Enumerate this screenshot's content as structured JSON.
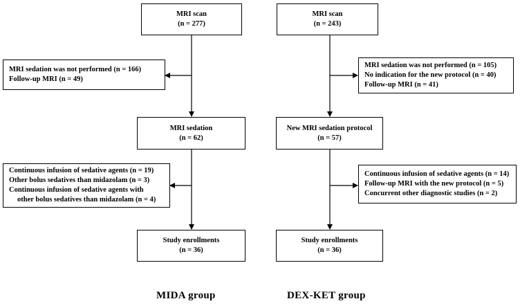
{
  "mida": {
    "scan": {
      "title": "MRI scan",
      "n": "(n = 277)"
    },
    "exclusion1": [
      "MRI sedation was not performed (n = 166)",
      "Follow-up MRI (n = 49)"
    ],
    "sedation": {
      "title": "MRI sedation",
      "n": "(n = 62)"
    },
    "exclusion2": [
      "Continuous infusion of sedative agents (n = 19)",
      "Other bolus sedatives than midazolam (n = 3)",
      "Continuous infusion of sedative agents with",
      "other bolus sedatives than midazolam (n = 4)"
    ],
    "enroll": {
      "title": "Study enrollments",
      "n": "(n = 36)"
    },
    "label": "MIDA group"
  },
  "dexket": {
    "scan": {
      "title": "MRI scan",
      "n": "(n = 243)"
    },
    "exclusion1": [
      "MRI sedation was not performed (n = 105)",
      "No indication for the new protocol (n = 40)",
      "Follow-up MRI (n = 41)"
    ],
    "sedation": {
      "title": "New MRI sedation protocol",
      "n": "(n = 57)"
    },
    "exclusion2": [
      "Continuous infusion of sedative agents (n = 14)",
      "Follow-up MRI with the new protocol (n = 5)",
      "Concurrent other diagnostic studies (n = 2)"
    ],
    "enroll": {
      "title": "Study enrollments",
      "n": "(n = 36)"
    },
    "label": "DEX-KET group"
  }
}
